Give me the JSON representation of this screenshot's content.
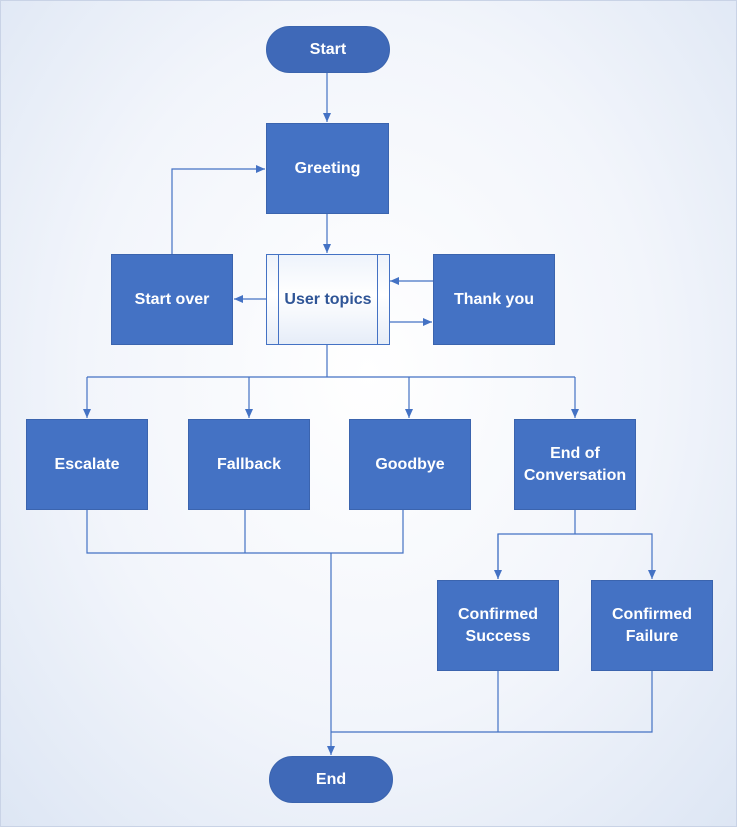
{
  "diagram": {
    "nodes": {
      "start": "Start",
      "greeting": "Greeting",
      "user_topics": "User topics",
      "start_over": "Start over",
      "thank_you": "Thank you",
      "escalate": "Escalate",
      "fallback": "Fallback",
      "goodbye": "Goodbye",
      "end_of_conversation": "End of\nConversation",
      "confirmed_success": "Confirmed\nSuccess",
      "confirmed_failure": "Confirmed\nFailure",
      "end": "End"
    },
    "edges": [
      {
        "from": "start",
        "to": "greeting"
      },
      {
        "from": "greeting",
        "to": "user_topics"
      },
      {
        "from": "user_topics",
        "to": "start_over"
      },
      {
        "from": "start_over",
        "to": "greeting"
      },
      {
        "from": "user_topics",
        "to": "thank_you"
      },
      {
        "from": "thank_you",
        "to": "user_topics"
      },
      {
        "from": "user_topics",
        "to": "escalate"
      },
      {
        "from": "user_topics",
        "to": "fallback"
      },
      {
        "from": "user_topics",
        "to": "goodbye"
      },
      {
        "from": "user_topics",
        "to": "end_of_conversation"
      },
      {
        "from": "escalate",
        "to": "end"
      },
      {
        "from": "fallback",
        "to": "end"
      },
      {
        "from": "goodbye",
        "to": "end"
      },
      {
        "from": "end_of_conversation",
        "to": "confirmed_success"
      },
      {
        "from": "end_of_conversation",
        "to": "confirmed_failure"
      },
      {
        "from": "confirmed_success",
        "to": "end"
      },
      {
        "from": "confirmed_failure",
        "to": "end"
      }
    ],
    "colors": {
      "node_fill": "#4472c4",
      "node_text": "#ffffff",
      "subprocess_text": "#2f5597",
      "connector": "#4472c4"
    }
  }
}
